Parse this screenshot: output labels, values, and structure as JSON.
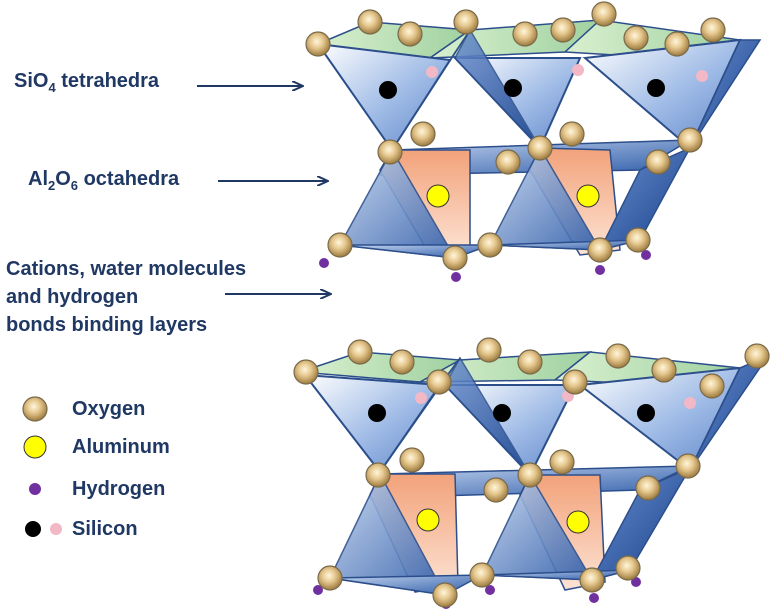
{
  "labels": {
    "tetrahedra": {
      "pre": "SiO",
      "sub": "4",
      "post": " tetrahedra"
    },
    "octahedra": {
      "pre": "Al",
      "sub1": "2",
      "mid": "O",
      "sub2": "6",
      "post": " octahedra"
    },
    "interlayer": [
      "Cations, water molecules",
      "and hydrogen",
      "bonds binding layers"
    ]
  },
  "legend": {
    "oxygen": "Oxygen",
    "aluminum": "Aluminum",
    "hydrogen": "Hydrogen",
    "silicon": "Silicon"
  },
  "colors": {
    "text": "#1f3864",
    "oxygen_fill": "#c8a46a",
    "oxygen_core": "#f4e6c4",
    "aluminum": "#ffff00",
    "hydrogen": "#7030a0",
    "silicon_dark": "#000000",
    "silicon_light": "#f2b8c6",
    "tetra_face": "#8fb0e0",
    "tetra_dark": "#1f4e99",
    "octa_face": "#f4a582",
    "top_face": "#b8e0b0"
  }
}
